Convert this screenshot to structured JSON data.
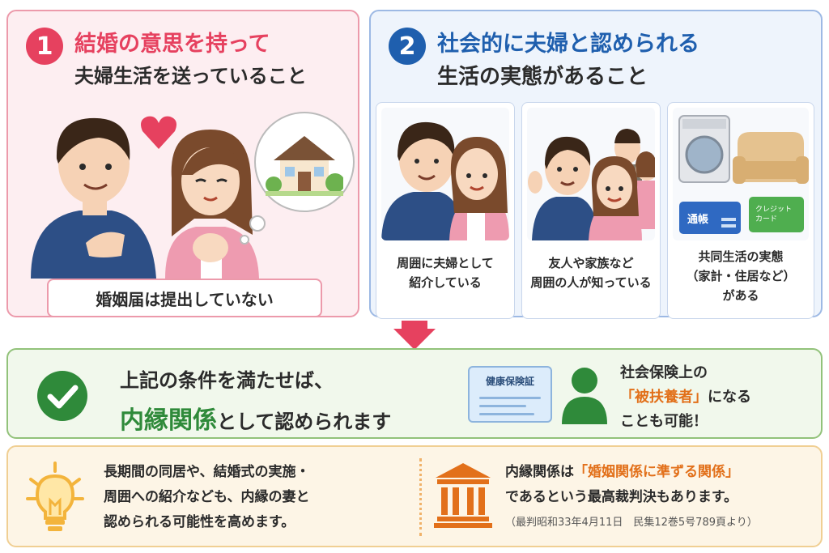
{
  "panel1": {
    "number": "1",
    "title_accent": "結婚の意思を持って",
    "title_rest": "夫婦生活を送っていること",
    "note": "婚姻届は提出していない",
    "accent_color": "#e6415f"
  },
  "panel2": {
    "number": "2",
    "title_accent": "社会的に夫婦と認められる",
    "title_rest": "生活の実態があること",
    "accent_color": "#1f5fae",
    "cards": [
      {
        "caption_line1": "周囲に夫婦として",
        "caption_line2": "紹介している",
        "caption_line3": ""
      },
      {
        "caption_line1": "友人や家族など",
        "caption_line2": "周囲の人が知っている",
        "caption_line3": ""
      },
      {
        "caption_line1": "共同生活の実態",
        "caption_line2": "（家計・住居など）",
        "caption_line3": "がある"
      }
    ],
    "passbook_label": "通帳",
    "credit_label_line1": "クレジット",
    "credit_label_line2": "カード"
  },
  "result": {
    "line1": "上記の条件を満たせば、",
    "line2_accent": "内縁関係",
    "line2_rest": "として認められます",
    "insurance_card_label": "健康保険証",
    "side_line1": "社会保険上の",
    "side_line2_accent": "「被扶養者」",
    "side_line2_rest": "になる",
    "side_line3": "ことも可能！",
    "green": "#2f8a3a",
    "orange": "#e2701a"
  },
  "tips": {
    "left_line1": "長期間の同居や、結婚式の実施・",
    "left_line2": "周囲への紹介なども、内縁の妻と",
    "left_line3": "認められる可能性を高めます。",
    "right_line1_pre": "内縁関係は",
    "right_line1_accent": "「婚姻関係に準ずる関係」",
    "right_line2": "であるという最高裁判決もあります。",
    "source": "（最判昭和33年4月11日　民集12巻5号789頁より）"
  },
  "icons": [
    "heart-icon",
    "house-icon",
    "checkmark-icon",
    "insurance-card-icon",
    "person-icon",
    "lightbulb-icon",
    "courthouse-icon",
    "down-arrow-icon"
  ]
}
